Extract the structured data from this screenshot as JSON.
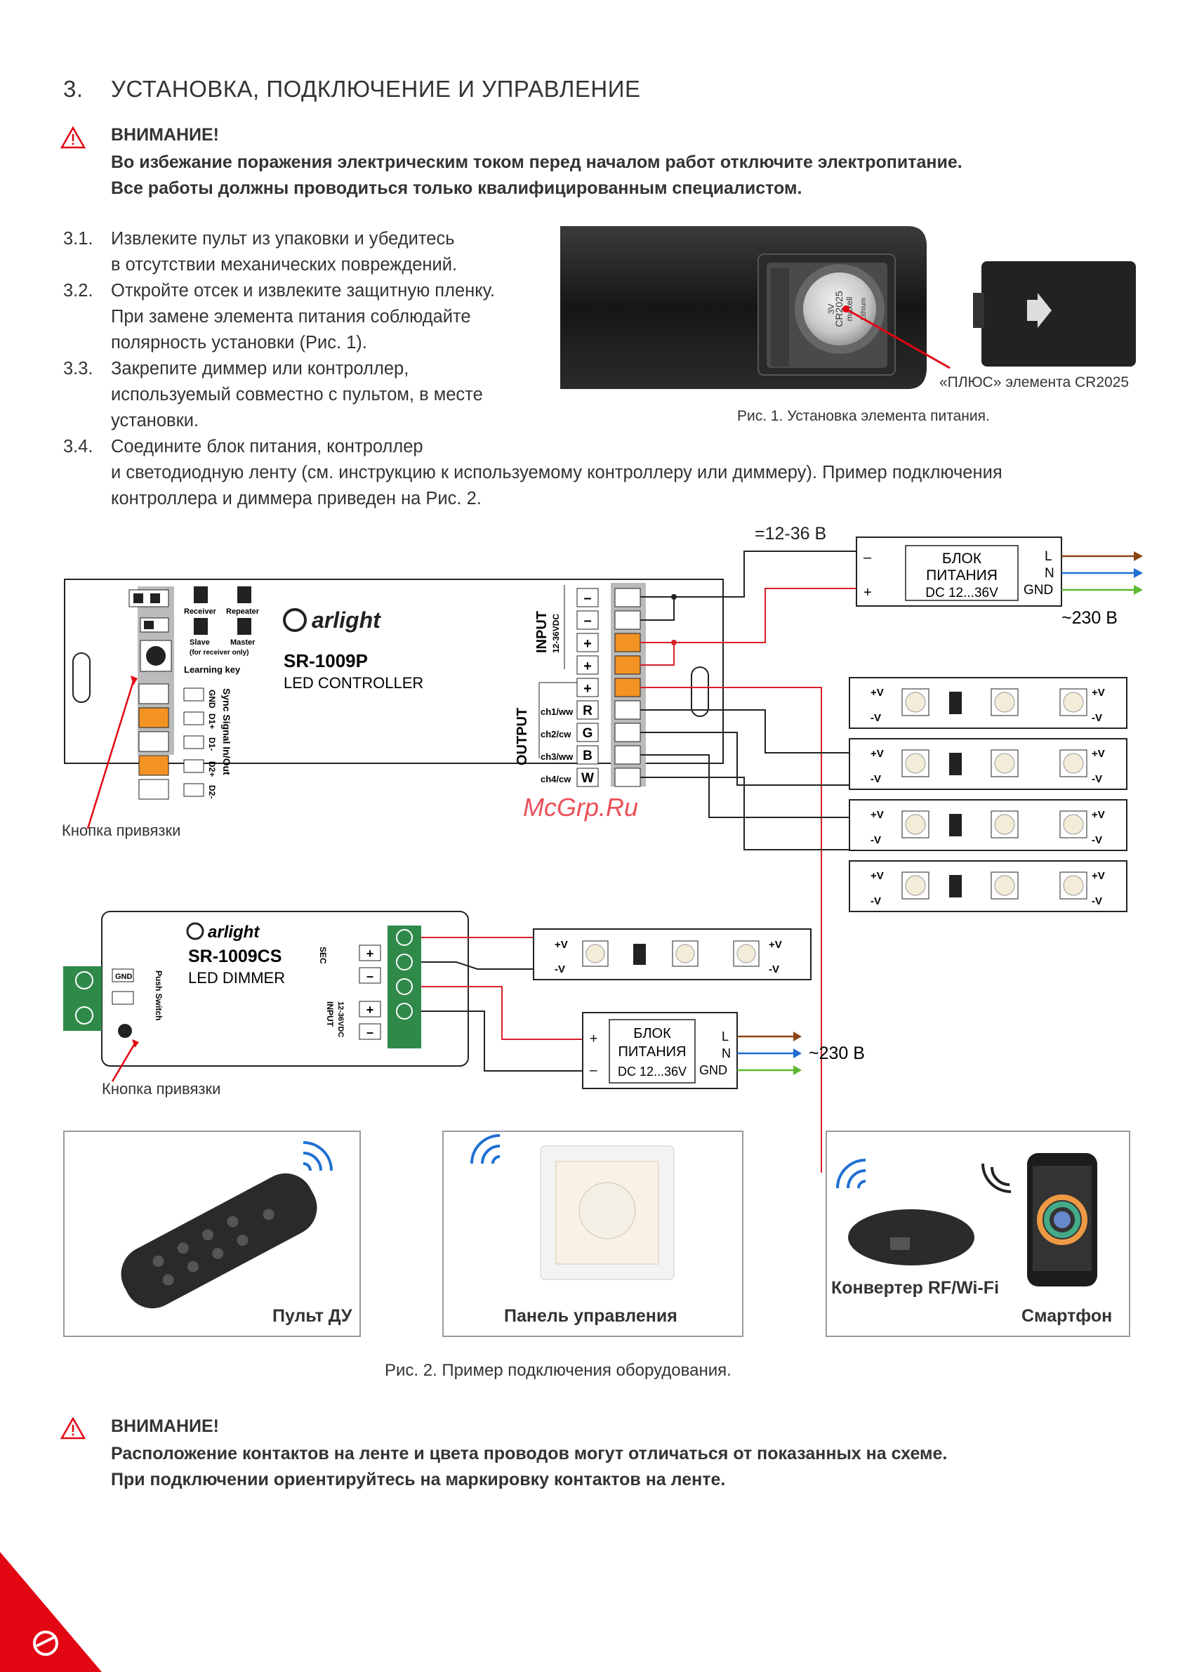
{
  "section": {
    "number": "3.",
    "title": "УСТАНОВКА, ПОДКЛЮЧЕНИЕ И УПРАВЛЕНИЕ"
  },
  "warning_top": {
    "title": "ВНИМАНИЕ!",
    "line1": "Во избежание поражения электрическим током перед началом работ отключите электропитание.",
    "line2": "Все работы должны проводиться только квалифицированным специалистом."
  },
  "steps": [
    {
      "num": "3.1.",
      "lines": [
        "Извлеките пульт из упаковки и убедитесь",
        "в отсутствии механических повреждений."
      ]
    },
    {
      "num": "3.2.",
      "lines": [
        "Откройте отсек и извлеките защитную пленку.",
        "При замене элемента питания соблюдайте",
        "полярность установки (Рис. 1)."
      ]
    },
    {
      "num": "3.3.",
      "lines": [
        "Закрепите диммер или контроллер,",
        "используемый совместно с пультом, в месте",
        "установки."
      ]
    },
    {
      "num": "3.4.",
      "lines": [
        "Соедините блок питания, контроллер",
        "и светодиодную ленту (см. инструкцию к используемому контроллеру или диммеру). Пример подключения",
        "контроллера и диммера приведен на Рис. 2."
      ]
    }
  ],
  "fig1": {
    "battery_label": "«ПЛЮС» элемента CR2025",
    "caption": "Рис. 1. Установка элемента питания.",
    "battery_text": [
      "CR2025",
      "3V",
      "maxell",
      "Lithium"
    ]
  },
  "fig2": {
    "voltage_dc": "=12-36 В",
    "psu": {
      "line1": "БЛОК",
      "line2": "ПИТАНИЯ",
      "line3": "DC 12...36V",
      "minus": "–",
      "plus": "+",
      "L": "L",
      "N": "N",
      "GND": "GND",
      "ac": "~230 В"
    },
    "controller": {
      "brand": "arlight",
      "model": "SR-1009P",
      "type": "LED CONTROLLER",
      "receiver": "Receiver",
      "repeater": "Repeater",
      "slave": "Slave",
      "master": "Master",
      "slave_note": "(for receiver only)",
      "learning_key": "Learning key",
      "sync_pins": [
        "GND",
        "D1+",
        "D1-",
        "D2+",
        "D2-"
      ],
      "sync_label": "Sync Signal In/Out",
      "input_label": "INPUT",
      "input_volt": "12-36VDC",
      "input_pins": [
        "–",
        "–",
        "+",
        "+"
      ],
      "output_label": "OUTPUT",
      "channels": [
        {
          "ch": "ch1/ww",
          "pin": "R"
        },
        {
          "ch": "ch2/cw",
          "pin": "G"
        },
        {
          "ch": "ch3/ww",
          "pin": "B"
        },
        {
          "ch": "ch4/cw",
          "pin": "W"
        }
      ],
      "output_plus": "+",
      "button_label": "Кнопка привязки"
    },
    "strip": {
      "plus": "+V",
      "minus": "-V"
    },
    "watermark": "McGrp.Ru",
    "dimmer": {
      "brand": "arlight",
      "model": "SR-1009CS",
      "type": "LED DIMMER",
      "gnd": "GND",
      "push_switch": "Push Switch",
      "sec": "SEC",
      "input": "INPUT",
      "input_volt": "12-36VDC",
      "pins": [
        "+",
        "–",
        "+",
        "–"
      ],
      "button_label": "Кнопка привязки"
    },
    "psu2": {
      "line1": "БЛОК",
      "line2": "ПИТАНИЯ",
      "line3": "DC 12...36V",
      "plus": "+",
      "minus": "–",
      "L": "L",
      "N": "N",
      "GND": "GND",
      "ac": "~230 В"
    },
    "devices": [
      {
        "label": "Пульт ДУ"
      },
      {
        "label": "Панель управления"
      },
      {
        "label": "Конвертер RF/Wi-Fi",
        "label2": "Смартфон"
      }
    ],
    "caption": "Рис. 2. Пример подключения оборудования."
  },
  "warning_bottom": {
    "title": "ВНИМАНИЕ!",
    "line1": "Расположение контактов на ленте и цвета проводов могут отличаться от показанных на схеме.",
    "line2": "При подключении ориентируйтесь на маркировку контактов на ленте."
  },
  "colors": {
    "accent": "#e30613",
    "orange": "#f39324",
    "wire_brown": "#8b4513",
    "wire_blue": "#1f6fd1",
    "wire_green": "#5cb82e",
    "wire_red": "#d8202a"
  }
}
